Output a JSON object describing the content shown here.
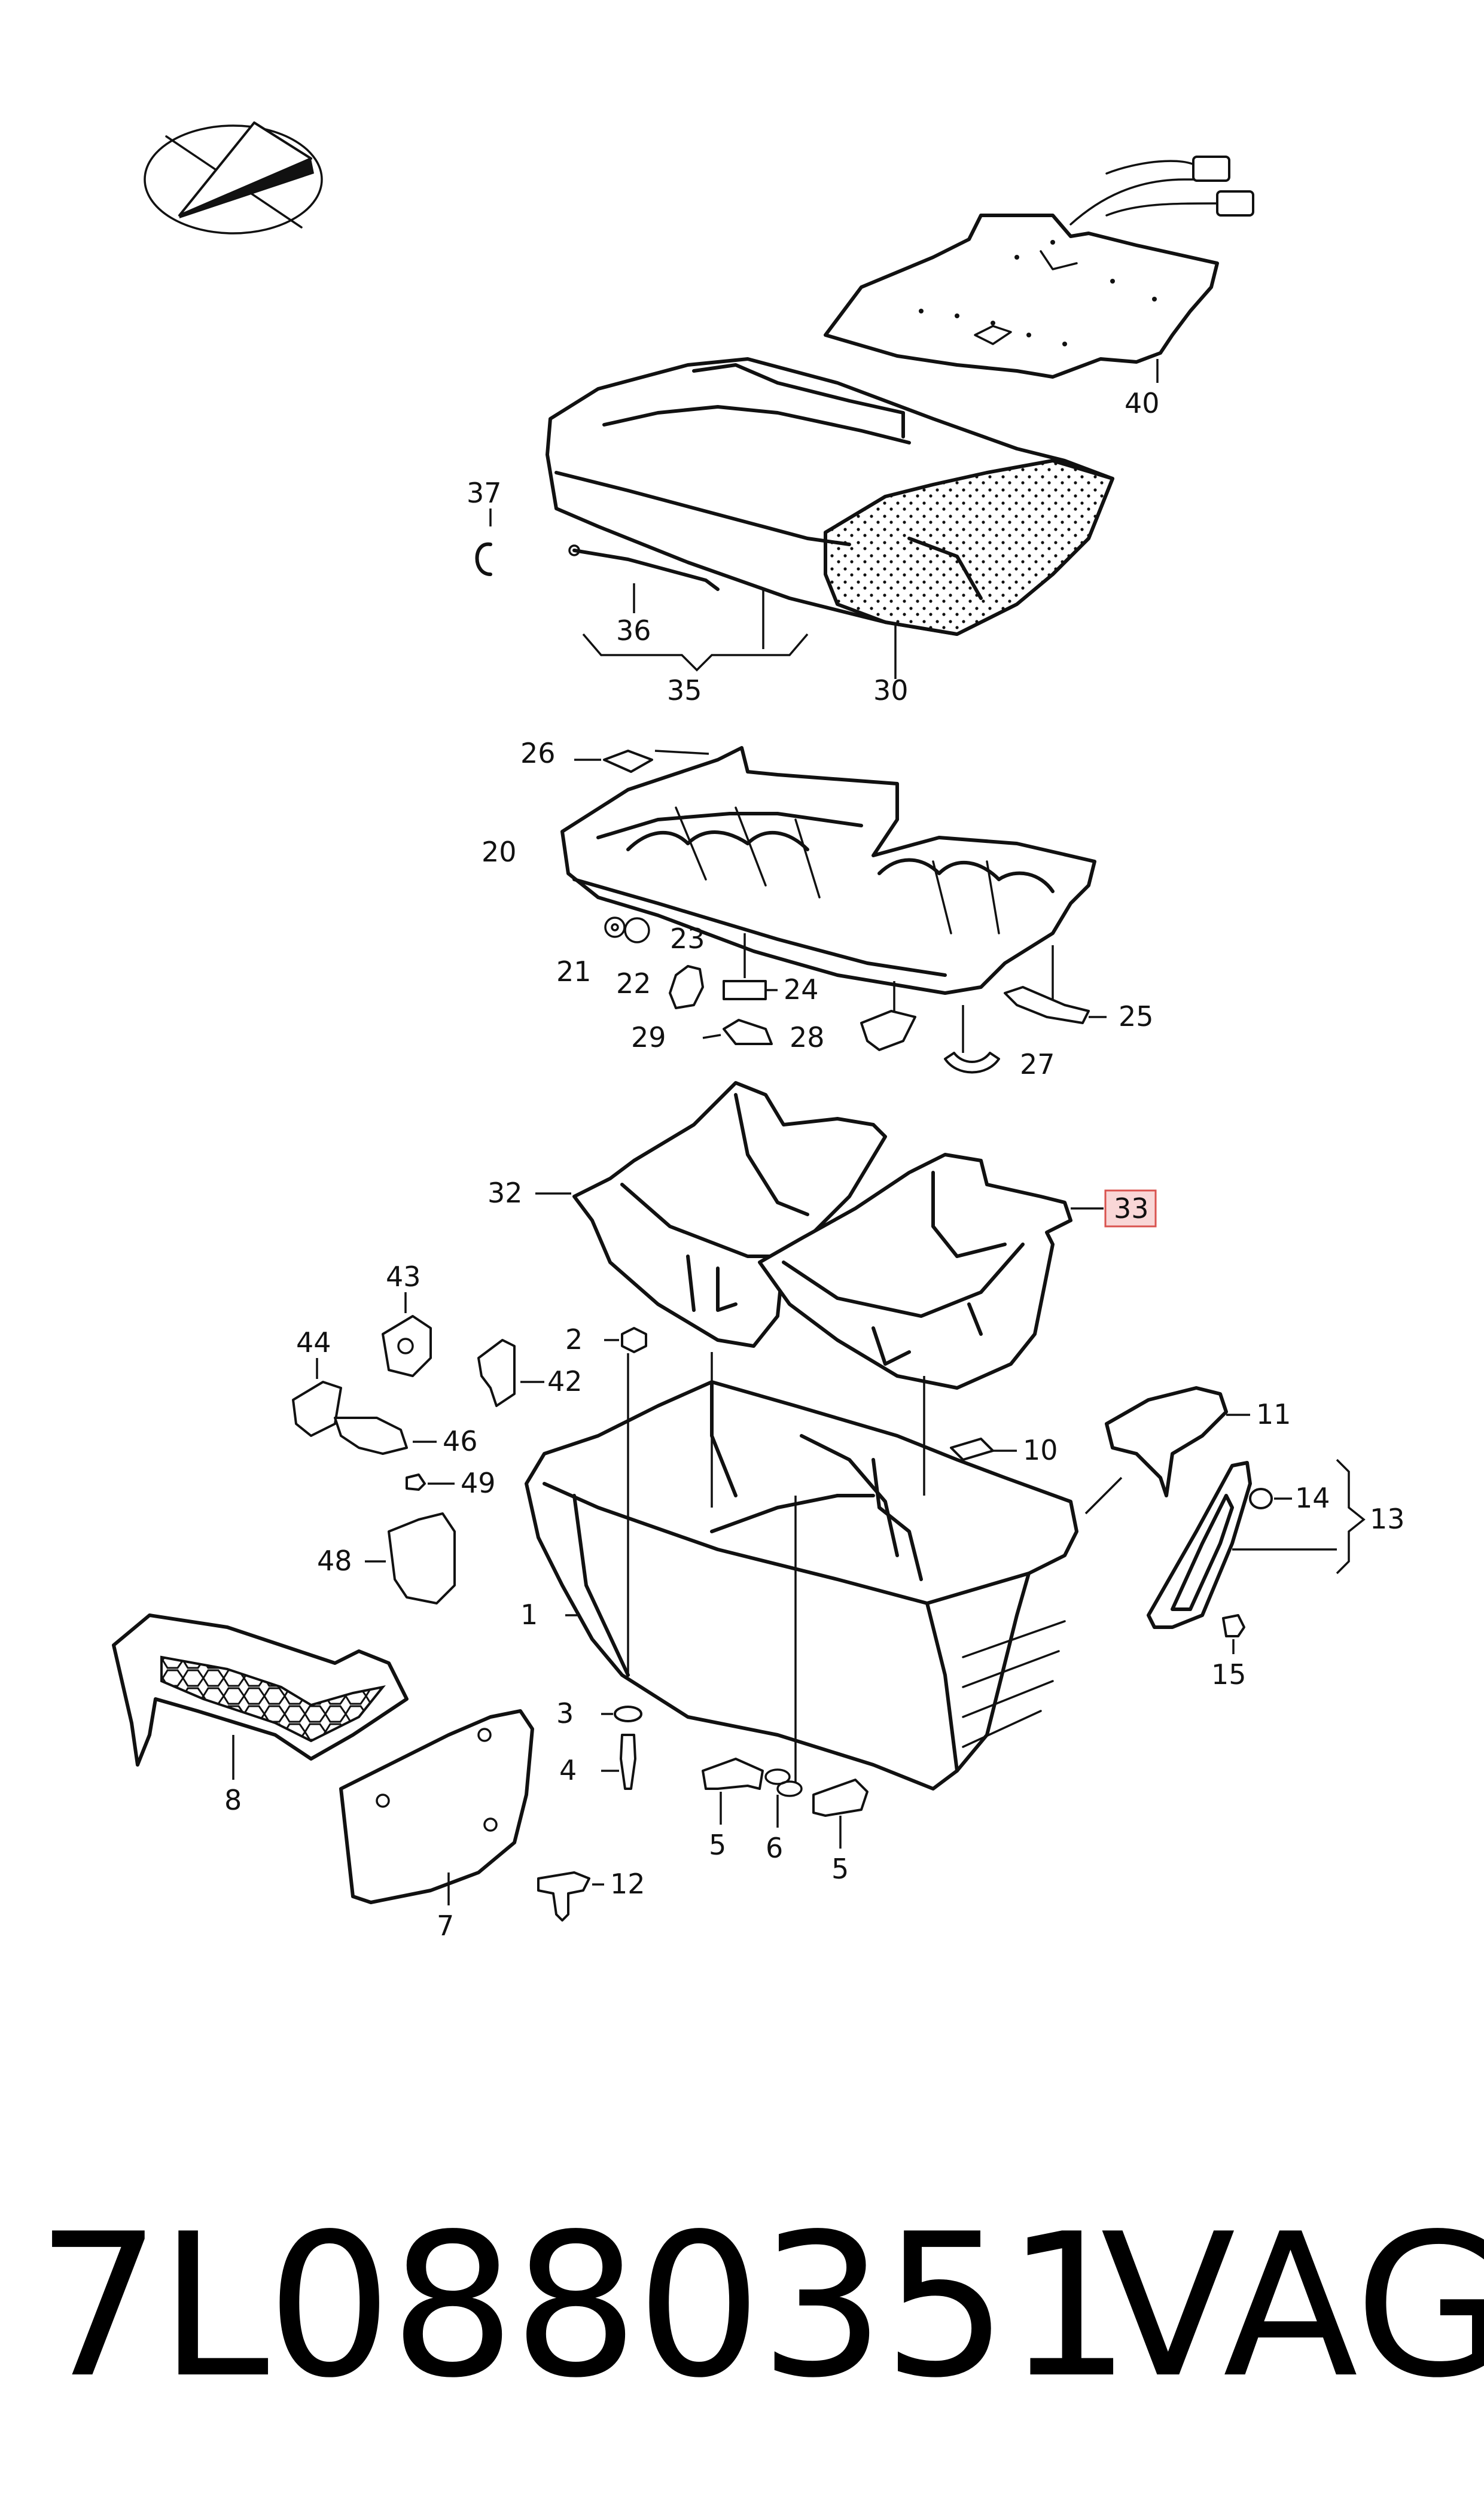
{
  "labels": {
    "l1": "1",
    "l2": "2",
    "l3": "3",
    "l4": "4",
    "l5a": "5",
    "l5b": "5",
    "l6": "6",
    "l7": "7",
    "l8": "8",
    "l10": "10",
    "l11": "11",
    "l12": "12",
    "l13": "13",
    "l14": "14",
    "l15": "15",
    "l20": "20",
    "l21": "21",
    "l22": "22",
    "l23": "23",
    "l24": "24",
    "l25": "25",
    "l26": "26",
    "l27": "27",
    "l28": "28",
    "l29": "29",
    "l30": "30",
    "l32": "32",
    "l33": "33",
    "l35": "35",
    "l36": "36",
    "l37": "37",
    "l40": "40",
    "l42": "42",
    "l43": "43",
    "l44": "44",
    "l46": "46",
    "l48": "48",
    "l49": "49"
  },
  "highlight_color": "#f9d7d7",
  "highlight_border": "#d9534f",
  "footer": {
    "part_number": "7L0880351",
    "brand": "VAG"
  }
}
